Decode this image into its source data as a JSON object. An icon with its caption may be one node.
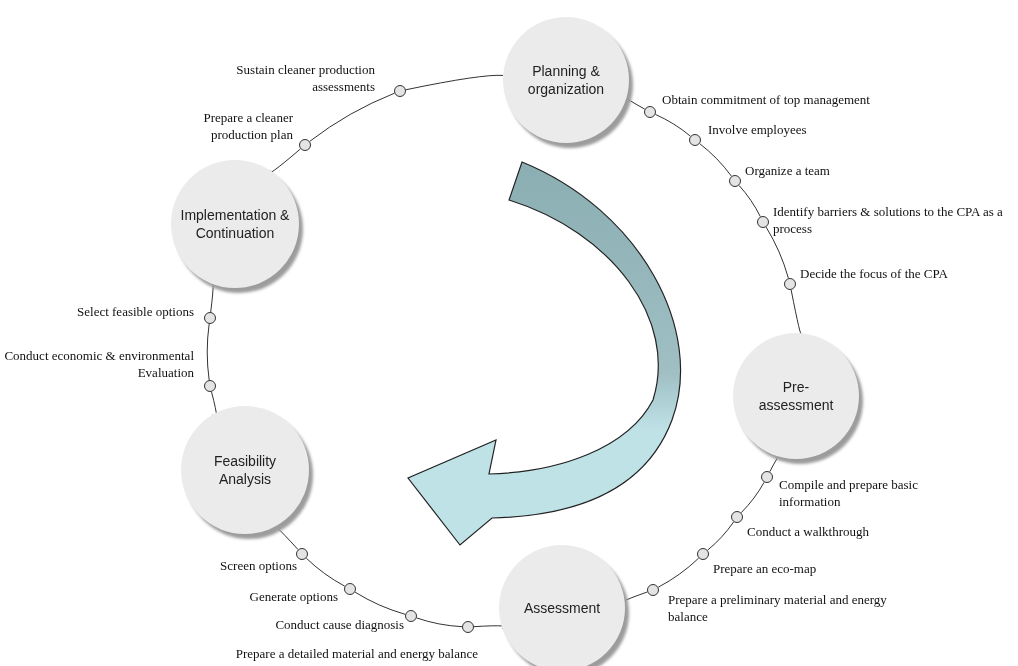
{
  "diagram": {
    "nodes": [
      {
        "text": [
          "Planning & organization"
        ]
      },
      {
        "text": [],
        "shape": "circle",
        "beside": [
          "Obtain commitment of top management"
        ]
      },
      {
        "text": [],
        "shape": "circle",
        "beside": [
          "Involve employees"
        ]
      },
      {
        "text": [],
        "shape": "circle",
        "beside": [
          "Organize a team"
        ]
      },
      {
        "text": [],
        "shape": "circle",
        "beside": [
          "Identify barriers & solutions to the CPA as a process"
        ]
      },
      {
        "text": [],
        "shape": "circle",
        "beside": [
          "Decide the focus of the CPA"
        ]
      },
      {
        "text": [
          "Pre- assessment"
        ]
      },
      {
        "text": [],
        "shape": "circle",
        "beside": [
          "Compile and prepare basic information"
        ]
      },
      {
        "text": [],
        "shape": "circle",
        "beside": [
          "Conduct a walkthrough"
        ]
      },
      {
        "text": [],
        "shape": "circle",
        "beside": [
          "Prepare an eco-map"
        ]
      },
      {
        "text": [],
        "shape": "circle",
        "beside": [
          "Prepare a preliminary material and energy balance"
        ]
      },
      {
        "text": [
          "Assessment"
        ]
      },
      {
        "text": [],
        "shape": "circle",
        "beside": [
          "Prepare a detailed material and energy balance"
        ]
      },
      {
        "text": [],
        "shape": "circle",
        "beside": [
          "Conduct cause diagnosis"
        ]
      },
      {
        "text": [],
        "shape": "circle",
        "beside": [
          "Generate options"
        ]
      },
      {
        "text": [],
        "shape": "circle",
        "beside": [
          "Screen options"
        ]
      },
      {
        "text": [
          "Feasibility Analysis"
        ]
      },
      {
        "text": [],
        "shape": "circle",
        "beside": [
          "Conduct economic & environmental Evaluation"
        ]
      },
      {
        "text": [],
        "shape": "circle",
        "beside": [
          "Select feasible options"
        ]
      },
      {
        "text": [
          "Implementation & Continuation"
        ]
      },
      {
        "text": [],
        "shape": "circle",
        "beside": [
          "Prepare a cleaner production plan"
        ]
      },
      {
        "text": [],
        "shape": "circle",
        "beside": [
          "Sustain cleaner production assessments"
        ]
      }
    ],
    "edges": [
      {
        "from": 0,
        "to": 1,
        "arrow": "none"
      },
      {
        "from": 1,
        "to": 2,
        "arrow": "none"
      },
      {
        "from": 2,
        "to": 3,
        "arrow": "none"
      },
      {
        "from": 3,
        "to": 4,
        "arrow": "none"
      },
      {
        "from": 4,
        "to": 5,
        "arrow": "none"
      },
      {
        "from": 5,
        "to": 6,
        "arrow": "none"
      },
      {
        "from": 6,
        "to": 7,
        "arrow": "none"
      },
      {
        "from": 7,
        "to": 8,
        "arrow": "none"
      },
      {
        "from": 8,
        "to": 9,
        "arrow": "none"
      },
      {
        "from": 9,
        "to": 10,
        "arrow": "none"
      },
      {
        "from": 10,
        "to": 11,
        "arrow": "none"
      },
      {
        "from": 11,
        "to": 12,
        "arrow": "none"
      },
      {
        "from": 12,
        "to": 13,
        "arrow": "none"
      },
      {
        "from": 13,
        "to": 14,
        "arrow": "none"
      },
      {
        "from": 14,
        "to": 15,
        "arrow": "none"
      },
      {
        "from": 15,
        "to": 16,
        "arrow": "none"
      },
      {
        "from": 16,
        "to": 17,
        "arrow": "none"
      },
      {
        "from": 17,
        "to": 18,
        "arrow": "none"
      },
      {
        "from": 18,
        "to": 19,
        "arrow": "none"
      },
      {
        "from": 19,
        "to": 20,
        "arrow": "none"
      },
      {
        "from": 20,
        "to": 21,
        "arrow": "none"
      },
      {
        "from": 21,
        "to": 0,
        "arrow": "none"
      }
    ]
  }
}
